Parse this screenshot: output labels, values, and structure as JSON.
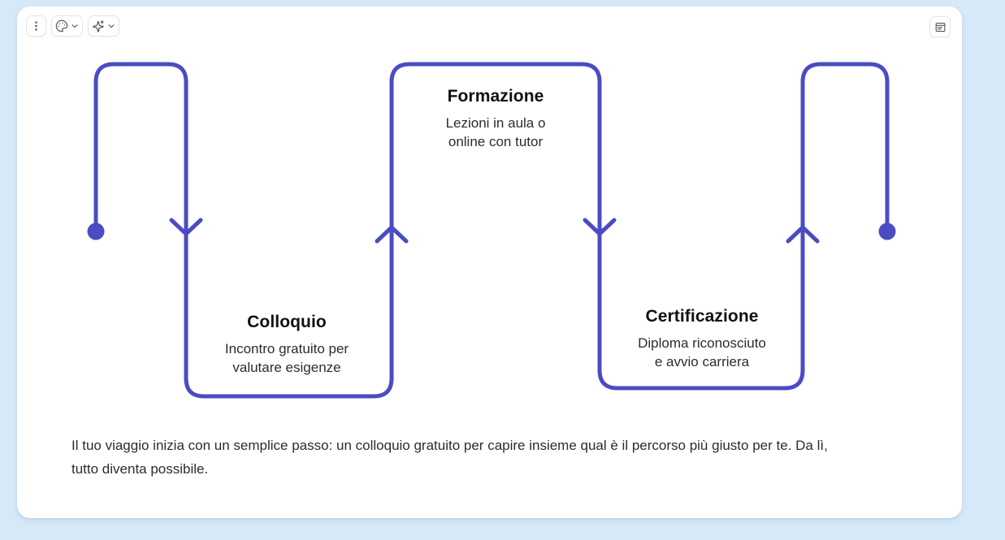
{
  "colors": {
    "bg": "#d6e9f9",
    "card": "#ffffff",
    "accent": "#4b4cc3",
    "title": "#111114",
    "body-text": "#2c2c30",
    "icon": "#52525b",
    "btn-border": "#e4e4e7"
  },
  "toolbar": {
    "left_buttons": [
      {
        "icon": "kebab-menu-icon"
      },
      {
        "icon": "palette-icon",
        "chevron": "chevron-down-icon"
      },
      {
        "icon": "sparkles-icon",
        "chevron": "chevron-down-icon"
      }
    ],
    "right_buttons": [
      {
        "icon": "notes-card-icon"
      }
    ]
  },
  "diagram": {
    "type": "journey-path",
    "path_color": "#4b4cc3",
    "steps": [
      {
        "title": "Colloquio",
        "subtitle_lines": [
          "Incontro gratuito per",
          "valutare esigenze"
        ]
      },
      {
        "title": "Formazione",
        "subtitle_lines": [
          "Lezioni in aula o",
          "online con tutor"
        ]
      },
      {
        "title": "Certificazione",
        "subtitle_lines": [
          "Diploma riconosciuto",
          "e avvio carriera"
        ]
      }
    ]
  },
  "caption": {
    "lines": [
      "Il tuo viaggio inizia con un semplice passo: un colloquio gratuito per capire insieme qual è il percorso più giusto per te. Da lì,",
      "tutto diventa possibile."
    ]
  }
}
